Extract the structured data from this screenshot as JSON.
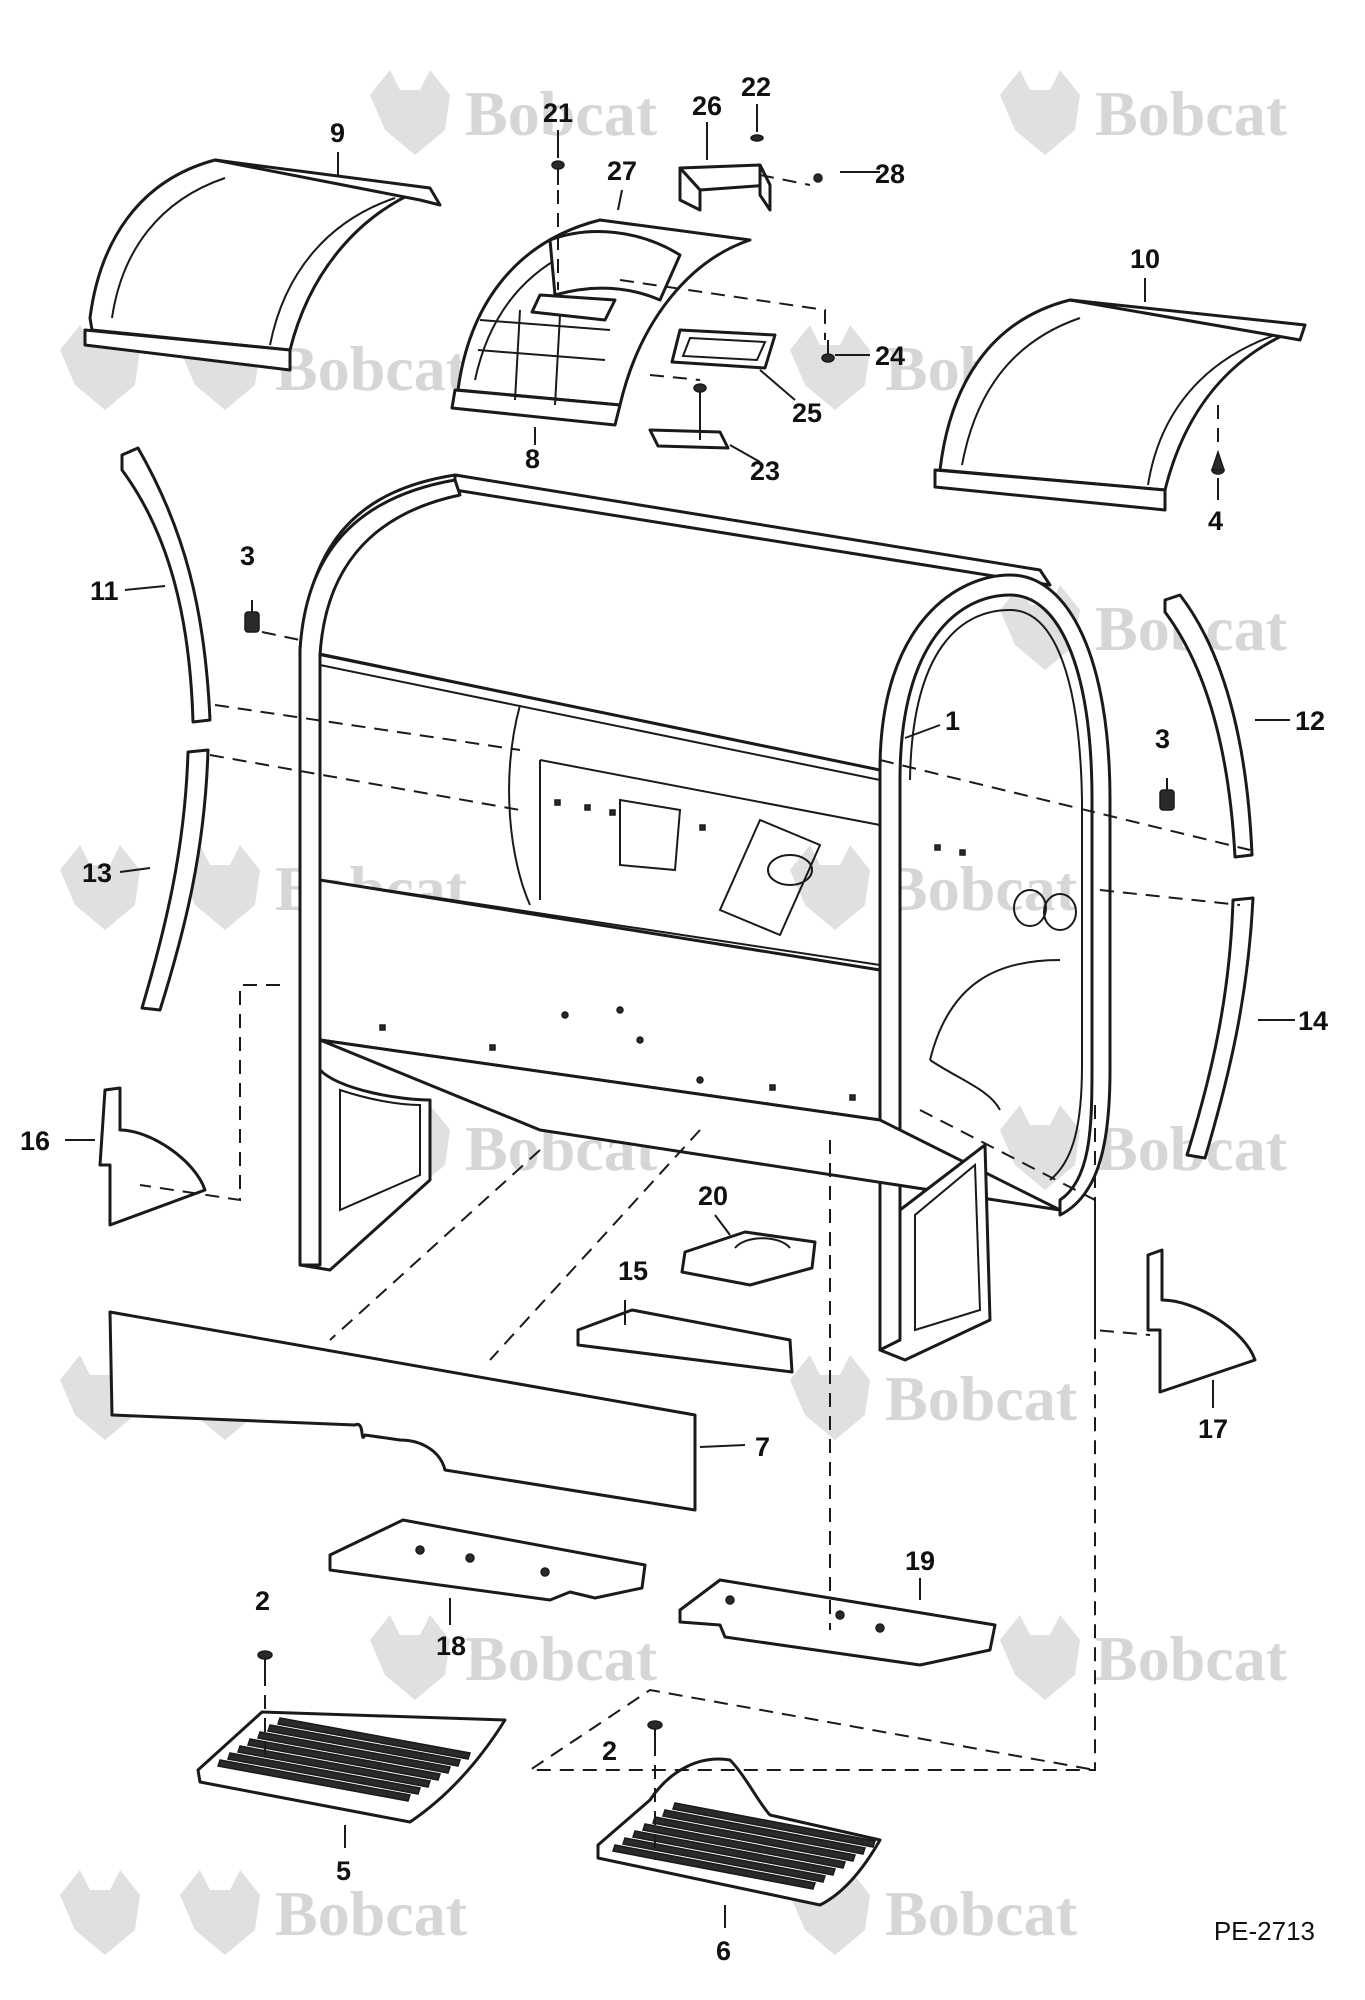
{
  "watermark": {
    "brand": "Bobcat"
  },
  "drawing_code": "PE-2713",
  "callouts": [
    {
      "id": "c1",
      "label": "1"
    },
    {
      "id": "c2a",
      "label": "2"
    },
    {
      "id": "c2b",
      "label": "2"
    },
    {
      "id": "c3a",
      "label": "3"
    },
    {
      "id": "c3b",
      "label": "3"
    },
    {
      "id": "c4",
      "label": "4"
    },
    {
      "id": "c5",
      "label": "5"
    },
    {
      "id": "c6",
      "label": "6"
    },
    {
      "id": "c7",
      "label": "7"
    },
    {
      "id": "c8",
      "label": "8"
    },
    {
      "id": "c9",
      "label": "9"
    },
    {
      "id": "c10",
      "label": "10"
    },
    {
      "id": "c11",
      "label": "11"
    },
    {
      "id": "c12",
      "label": "12"
    },
    {
      "id": "c13",
      "label": "13"
    },
    {
      "id": "c14",
      "label": "14"
    },
    {
      "id": "c15",
      "label": "15"
    },
    {
      "id": "c16",
      "label": "16"
    },
    {
      "id": "c17",
      "label": "17"
    },
    {
      "id": "c18",
      "label": "18"
    },
    {
      "id": "c19",
      "label": "19"
    },
    {
      "id": "c20",
      "label": "20"
    },
    {
      "id": "c21",
      "label": "21"
    },
    {
      "id": "c22",
      "label": "22"
    },
    {
      "id": "c23",
      "label": "23"
    },
    {
      "id": "c24",
      "label": "24"
    },
    {
      "id": "c25",
      "label": "25"
    },
    {
      "id": "c26",
      "label": "26"
    },
    {
      "id": "c27",
      "label": "27"
    },
    {
      "id": "c28",
      "label": "28"
    }
  ]
}
